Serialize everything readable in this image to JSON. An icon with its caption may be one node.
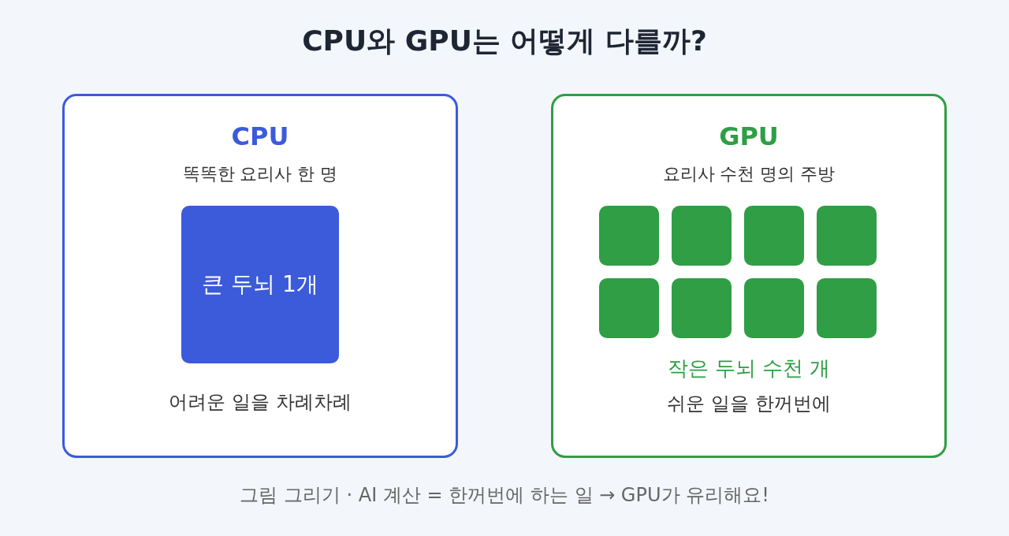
{
  "diagram": {
    "title": "CPU와 GPU는 어떻게 다를까?",
    "nodes": [
      {
        "text": [
          "CPU",
          "똑똑한 요리사 한 명",
          "어려운 일을 차례차례"
        ]
      },
      {
        "text": [
          "큰 두뇌 1개"
        ],
        "in": 0
      },
      {
        "text": [
          "GPU",
          "요리사 수천 명의 주방",
          "작은 두뇌 수천 개",
          "쉬운 일을 한꺼번에"
        ]
      },
      {
        "text": [],
        "shape": "box",
        "in": 2
      },
      {
        "text": [],
        "shape": "box",
        "in": 2
      },
      {
        "text": [],
        "shape": "box",
        "in": 2
      },
      {
        "text": [],
        "shape": "box",
        "in": 2
      },
      {
        "text": [],
        "shape": "box",
        "in": 2
      },
      {
        "text": [],
        "shape": "box",
        "in": 2
      },
      {
        "text": [],
        "shape": "box",
        "in": 2
      },
      {
        "text": [],
        "shape": "box",
        "in": 2
      }
    ],
    "caption": "그림 그리기 · AI 계산 = 한꺼번에 하는 일 → GPU가 유리해요!"
  }
}
